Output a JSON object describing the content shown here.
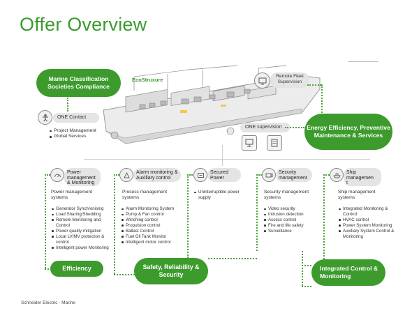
{
  "title": "Offer Overview",
  "logo_text": "EcoStruxure",
  "marine_pill": "Marine Classification Societies Compliance",
  "one_contact": {
    "label": "ONE Contact",
    "items": [
      "Project Management",
      "Global Services"
    ]
  },
  "remote_fleet": "Remote Fleet Supervision",
  "one_supervision": "ONE supervision",
  "energy_pill": "Energy Efficiency, Preventive Maintenance & Services",
  "columns": [
    {
      "title": "Power management & Monitoring",
      "subtitle": "Power management systems",
      "items": [
        "Generator Synchronising",
        "Load Sharing/Shedding",
        "Remote Monitoring and Control",
        "Power quality mitigation",
        "Local LV/MV protection & control",
        "Intelligent power Monitoring"
      ]
    },
    {
      "title": "Alarm monitoring & Auxiliary control",
      "subtitle": "Process management systems",
      "items": [
        "Alarm Monitoring System",
        "Pump & Fan control",
        "Winching control",
        "Propulsion control",
        "Ballast Control",
        "Fuel Oil Tank Monitor",
        "Intelligent motor control"
      ]
    },
    {
      "title": "Secured Power",
      "subtitle": "",
      "items": [
        "Uninterruptible power supply"
      ]
    },
    {
      "title": "Security management",
      "subtitle": "Security management systems",
      "items": [
        "Video security",
        "Intrusion detection",
        "Access control",
        "Fire and life safety",
        "Surveillance"
      ]
    },
    {
      "title": "Ship managemen t",
      "subtitle": "Ship management systems",
      "items": [
        "Integrated Monitoring & Control",
        "HVAC control",
        "Power System Monitoring",
        "Auxiliary System Control & Monitoring"
      ]
    }
  ],
  "bottom_pills": {
    "efficiency": "Efficiency",
    "safety": "Safety, Reliability & Security",
    "integrated": "Integrated Control & Monitoring"
  },
  "footer": "Schneider Electric - Marine",
  "colors": {
    "green": "#3c9b2c",
    "title_green": "#3a9b2f",
    "grey_box": "#e4e4e4"
  }
}
